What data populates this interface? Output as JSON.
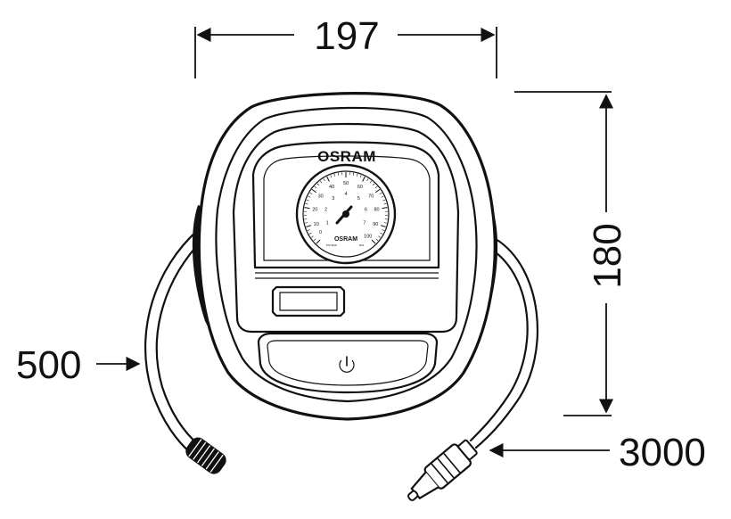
{
  "dimensions": {
    "width": "197",
    "height": "180",
    "hose": "500",
    "cable": "3000"
  },
  "device": {
    "brand": "OSRAM",
    "gauge": {
      "brand": "OSRAM",
      "outer_scale": [
        "10",
        "20",
        "30",
        "40",
        "50",
        "60",
        "70",
        "80",
        "90",
        "100"
      ],
      "inner_scale": [
        "1",
        "2",
        "3",
        "4",
        "5",
        "6",
        "7"
      ],
      "zero": "0",
      "unit_left": "PSI\nBAR",
      "unit_right": "kPa"
    }
  }
}
